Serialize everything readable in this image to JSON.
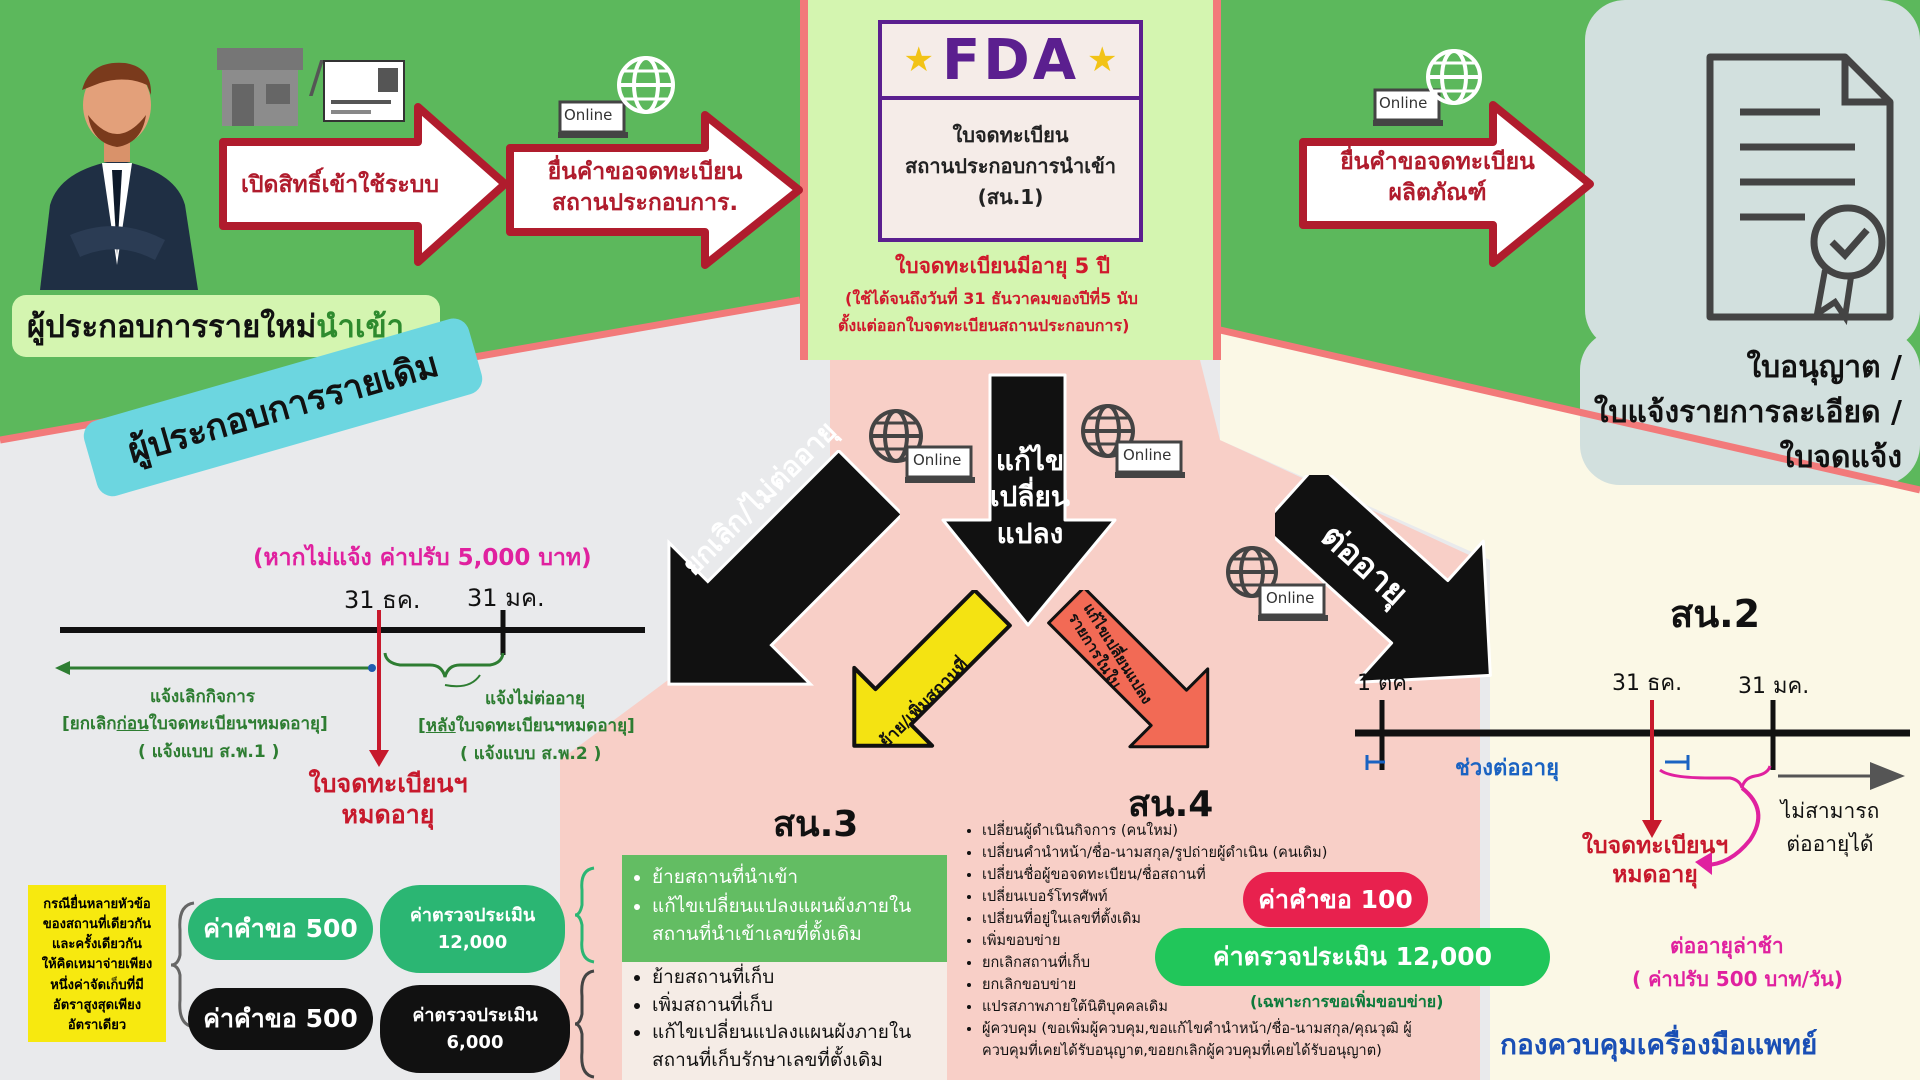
{
  "palette": {
    "green": "#5cb85c",
    "light_green": "#d4f5b0",
    "pink": "#f8cfc7",
    "cream": "#fbf8e6",
    "gray": "#e9eaec",
    "blue_gray": "#d2e0de",
    "red": "#d0192c",
    "dark_red": "#b01c2d",
    "magenta": "#e0219f",
    "purple": "#5b1f8f",
    "blue": "#1a63c2"
  },
  "new_importer": {
    "label_a": "ผู้ประกอบการรายใหม่",
    "label_b": "นำเข้า",
    "step1": "เปิดสิทธิ์เข้าใช้ระบบ",
    "step2_line1": "ยื่นคำขอจดทะเบียน",
    "step2_line2": "สถานประกอบการ.",
    "online": "Online",
    "icons": [
      "businessman-icon",
      "shop-icon",
      "id-card-icon",
      "globe-icon",
      "laptop-icon"
    ]
  },
  "fda": {
    "logo": "FDA",
    "cert_line1": "ใบจดทะเบียน",
    "cert_line2": "สถานประกอบการนำเข้า",
    "cert_line3": "(สน.1)",
    "validity": "ใบจดทะเบียนมีอายุ 5 ปี",
    "validity_note1": "(ใช้ได้จนถึงวันที่ 31 ธันวาคมของปีที่5 นับ",
    "validity_note2": "ตั้งแต่ออกใบจดทะเบียนสถานประกอบการ)"
  },
  "product": {
    "line1": "ยื่นคำขอจดทะเบียน",
    "line2": "ผลิตภัณฑ์",
    "online": "Online",
    "result1": "ใบอนุญาต /",
    "result2": "ใบแจ้งรายการละเอียด /",
    "result3": "ใบจดแจ้ง"
  },
  "existing": {
    "label": "ผู้ประกอบการรายเดิม"
  },
  "cancel": {
    "arrow": "ยกเลิก/ไม่ต่ออายุ",
    "penalty": "(หากไม่แจ้ง ค่าปรับ 5,000 บาท)",
    "date1": "31 ธค.",
    "date2": "31 มค.",
    "notice_cancel": "แจ้งเลิกกิจการ",
    "before_a": "[ยกเลิก",
    "before_u": "ก่อน",
    "before_b": "ใบจดทะเบียนฯหมดอายุ]",
    "form1": "( แจ้งแบบ ส.พ.1 )",
    "notice_nonrenew": "แจ้งไม่ต่ออายุ",
    "after_a": "[",
    "after_u": "หลัง",
    "after_b": "ใบจดทะเบียนฯหมดอายุ]",
    "form2": "( แจ้งแบบ ส.พ.2 )",
    "expired1": "ใบจดทะเบียนฯ",
    "expired2": "หมดอายุ"
  },
  "modify": {
    "line1": "แก้ไข",
    "line2": "เปลี่ยน",
    "line3": "แปลง",
    "online": "Online",
    "sub_move": "ย้าย/เพิ่มสถานที่",
    "sub_detail1": "แก้ไขเปลี่ยนแปลง",
    "sub_detail2": "รายการในใบ"
  },
  "sn3": {
    "title": "สน.3",
    "note": [
      "กรณียื่นหลายหัวข้อ",
      "ของสถานที่เดียวกัน",
      "และครั้งเดียวกัน",
      "ให้คิดเหมาจ่ายเพียง",
      "หนึ่งค่าจัดเก็บที่มี",
      "อัตราสูงสุดเพียง",
      "อัตราเดียว"
    ],
    "fee_a": "ค่าคำขอ 500",
    "inspect_a1": "ค่าตรวจประเมิน",
    "inspect_a2": "12,000",
    "fee_b": "ค่าคำขอ 500",
    "inspect_b1": "ค่าตรวจประเมิน",
    "inspect_b2": "6,000",
    "list_a": [
      "ย้ายสถานที่นำเข้า",
      "แก้ไขเปลี่ยนแปลงแผนผังภายใน สถานที่นำเข้าเลขที่ตั้งเดิม"
    ],
    "list_b": [
      "ย้ายสถานที่เก็บ",
      "เพิ่มสถานที่เก็บ",
      "แก้ไขเปลี่ยนแปลงแผนผังภายใน สถานที่เก็บรักษาเลขที่ตั้งเดิม"
    ]
  },
  "sn4": {
    "title": "สน.4",
    "items": [
      "เปลี่ยนผู้ดำเนินกิจการ (คนใหม่)",
      "เปลี่ยนคำนำหน้า/ชื่อ-นามสกุล/รูปถ่ายผู้ดำเนิน (คนเดิม)",
      "เปลี่ยนชื่อผู้ขอจดทะเบียน/ชื่อสถานที่",
      "เปลี่ยนเบอร์โทรศัพท์",
      "เปลี่ยนที่อยู่ในเลขที่ตั้งเดิม",
      "เพิ่มขอบข่าย",
      "ยกเลิกสถานที่เก็บ",
      "ยกเลิกขอบข่าย",
      "แปรสภาพภายใต้นิติบุคคลเดิม",
      "ผู้ควบคุม (ขอเพิ่มผู้ควบคุม,ขอแก้ไขคำนำหน้า/ชื่อ-นามสกุล/คุณวุฒิ ผู้ควบคุมที่เคยได้รับอนุญาต,ขอยกเลิกผู้ควบคุมที่เคยได้รับอนุญาต)"
    ],
    "fee": "ค่าคำขอ 100",
    "inspect": "ค่าตรวจประเมิน 12,000",
    "inspect_note": "(เฉพาะการขอเพิ่มขอบข่าย)"
  },
  "renew": {
    "arrow": "ต่ออายุ",
    "online": "Online",
    "title": "สน.2",
    "date1": "1 ตค.",
    "date2": "31 ธค.",
    "date3": "31 มค.",
    "period": "ช่วงต่ออายุ",
    "expired1": "ใบจดทะเบียนฯ",
    "expired2": "หมดอายุ",
    "cannot1": "ไม่สามารถ",
    "cannot2": "ต่ออายุได้",
    "late": "ต่ออายุล่าช้า",
    "late_fine": "( ค่าปรับ 500 บาท/วัน)"
  },
  "footer": {
    "division": "กองควบคุมเครื่องมือแพทย์"
  }
}
